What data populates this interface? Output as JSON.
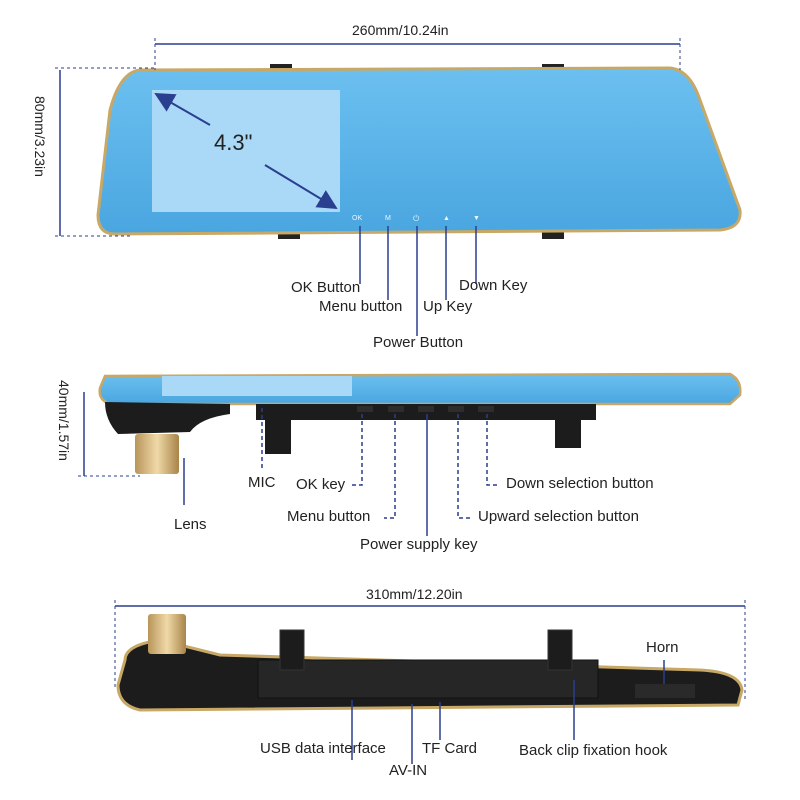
{
  "dimensions": {
    "width_top": "260mm/10.24in",
    "height_top": "80mm/3.23in",
    "height_side": "40mm/1.57in",
    "width_bottom": "310mm/12.20in"
  },
  "screen": {
    "size_label": "4.3\""
  },
  "button_marks": [
    "OK",
    "M",
    "⏻",
    "▲",
    "▼"
  ],
  "front_labels": {
    "ok": "OK Button",
    "menu": "Menu button",
    "up": "Up Key",
    "down": "Down Key",
    "power": "Power Button"
  },
  "side_labels": {
    "mic": "MIC",
    "ok": "OK key",
    "lens": "Lens",
    "menu": "Menu button",
    "down": "Down selection button",
    "up": "Upward selection button",
    "power": "Power supply key"
  },
  "back_labels": {
    "horn": "Horn",
    "usb": "USB data interface",
    "tf": "TF Card",
    "av": "AV-IN",
    "hook": "Back clip fixation hook"
  },
  "colors": {
    "mirror_blue": "#5db4e8",
    "screen_blue": "#a9d9f6",
    "gold_trim": "#c7a866",
    "dim_line": "#2a3f8f",
    "body_black": "#1c1c1c"
  }
}
